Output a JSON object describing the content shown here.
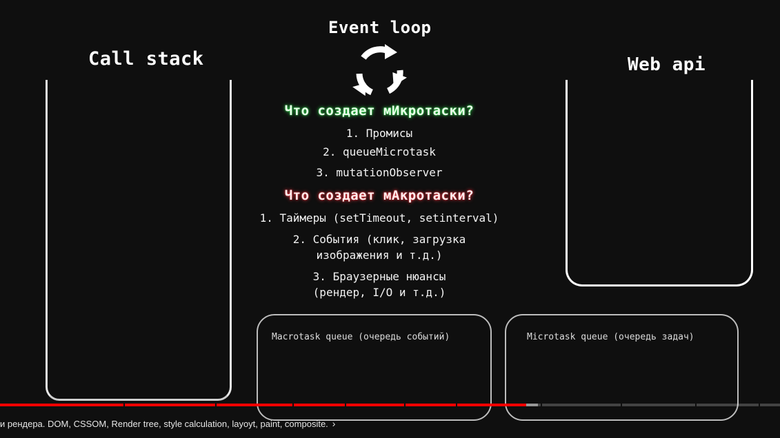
{
  "slide": {
    "event_loop_title": "Event loop",
    "call_stack_title": "Call stack",
    "web_api_title": "Web api",
    "micro": {
      "title": "Что создает мИкротаски?",
      "items": [
        "1. Промисы",
        "2. queueMicrotask",
        "3. mutationObserver"
      ]
    },
    "macro": {
      "title": "Что создает мАкротаски?",
      "items": [
        "1. Таймеры (setTimeout, setinterval)",
        "2. События (клик, загрузка",
        "изображения и т.д.)",
        "3. Браузерные нюансы",
        "(рендер, I/O и т.д.)"
      ]
    },
    "macrotask_queue_label": "Macrotask queue (очередь событий)",
    "microtask_queue_label": "Microtask queue (очередь задач)"
  },
  "player": {
    "progress_fraction": 0.675,
    "buffered_fraction": 0.69,
    "chapter_title": "и рендера. DOM, CSSOM, Render tree, style calculation, layoyt, paint, composite.",
    "chapter_chevron": "›"
  },
  "colors": {
    "micro_glow": "#2fd14a",
    "macro_glow": "#e0303a",
    "progress": "#ff0000",
    "background": "#0f0f0f"
  },
  "icons": {
    "loop": "refresh-cycle-icon",
    "chevron": "chevron-right-icon"
  }
}
